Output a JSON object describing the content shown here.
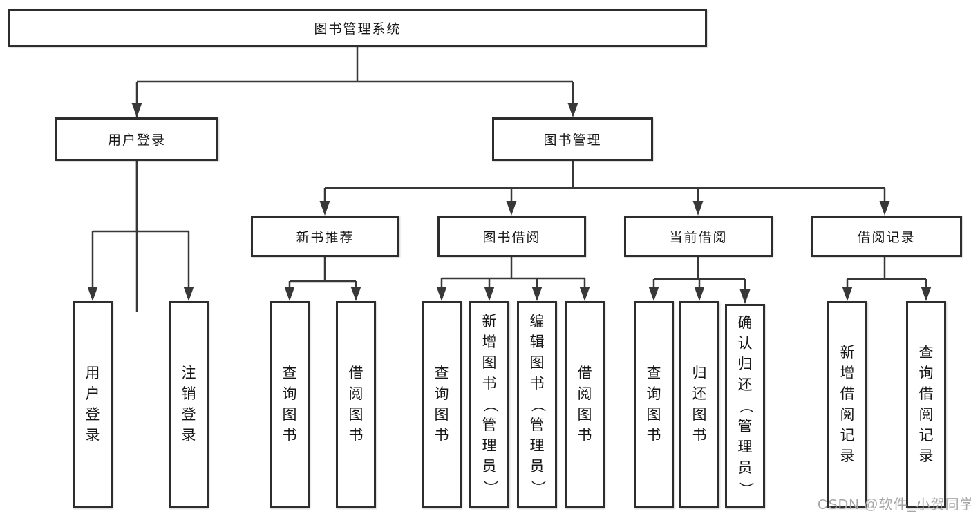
{
  "diagram": {
    "watermark": "CSDN @软件_小贺同学",
    "colors": {
      "background": "#ffffff",
      "box_border": "#2d2d2d",
      "connector_line": "#383838",
      "text": "#161616",
      "watermark_text": "#a6a6a6"
    },
    "tree": {
      "label": "图书管理系统",
      "children": [
        {
          "label": "用户登录",
          "children": [
            {
              "label": "用户登录"
            },
            {
              "label": "注销登录"
            }
          ]
        },
        {
          "label": "图书管理",
          "children": [
            {
              "label": "新书推荐",
              "children": [
                {
                  "label": "查询图书"
                },
                {
                  "label": "借阅图书"
                }
              ]
            },
            {
              "label": "图书借阅",
              "children": [
                {
                  "label": "查询图书"
                },
                {
                  "label": "新增图书（管理员）"
                },
                {
                  "label": "编辑图书（管理员）"
                },
                {
                  "label": "借阅图书"
                }
              ]
            },
            {
              "label": "当前借阅",
              "children": [
                {
                  "label": "查询图书"
                },
                {
                  "label": "归还图书"
                },
                {
                  "label": "确认归还（管理员）"
                }
              ]
            },
            {
              "label": "借阅记录",
              "children": [
                {
                  "label": "新增借阅记录"
                },
                {
                  "label": "查询借阅记录"
                }
              ]
            }
          ]
        }
      ]
    }
  }
}
